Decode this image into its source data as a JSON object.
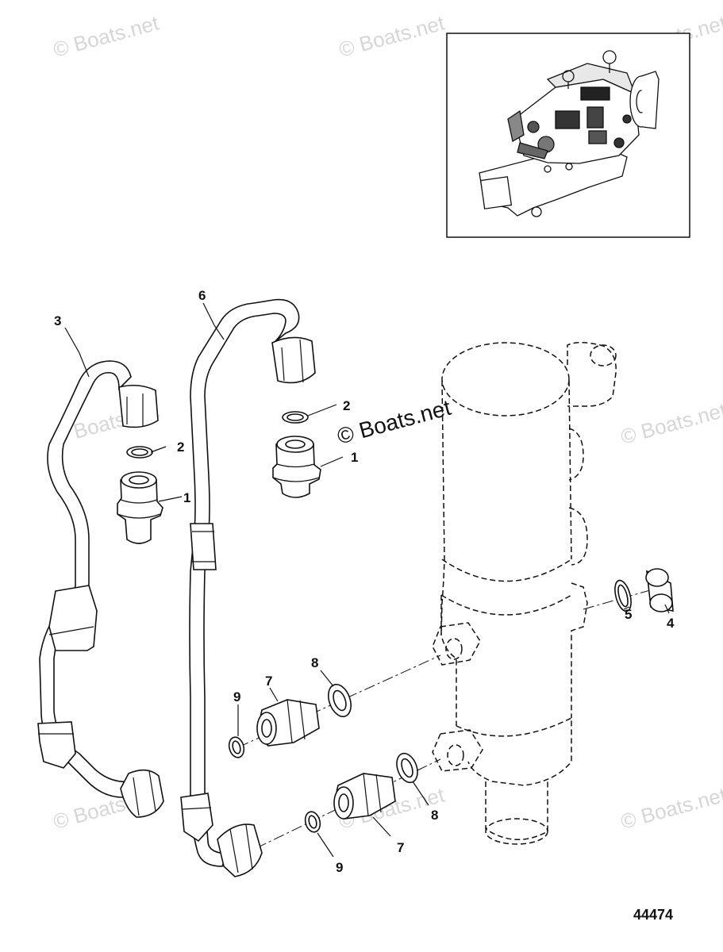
{
  "watermarks": {
    "corner_text": "© Boats.net",
    "center_text": "© Boats.net"
  },
  "callouts": {
    "c1a": "1",
    "c1b": "1",
    "c2a": "2",
    "c2b": "2",
    "c3": "3",
    "c4": "4",
    "c5": "5",
    "c6": "6",
    "c7a": "7",
    "c7b": "7",
    "c8a": "8",
    "c8b": "8",
    "c9a": "9",
    "c9b": "9"
  },
  "figure_number": "44474",
  "colors": {
    "line": "#111111",
    "watermark": "#d6d6d6",
    "background": "#ffffff"
  }
}
